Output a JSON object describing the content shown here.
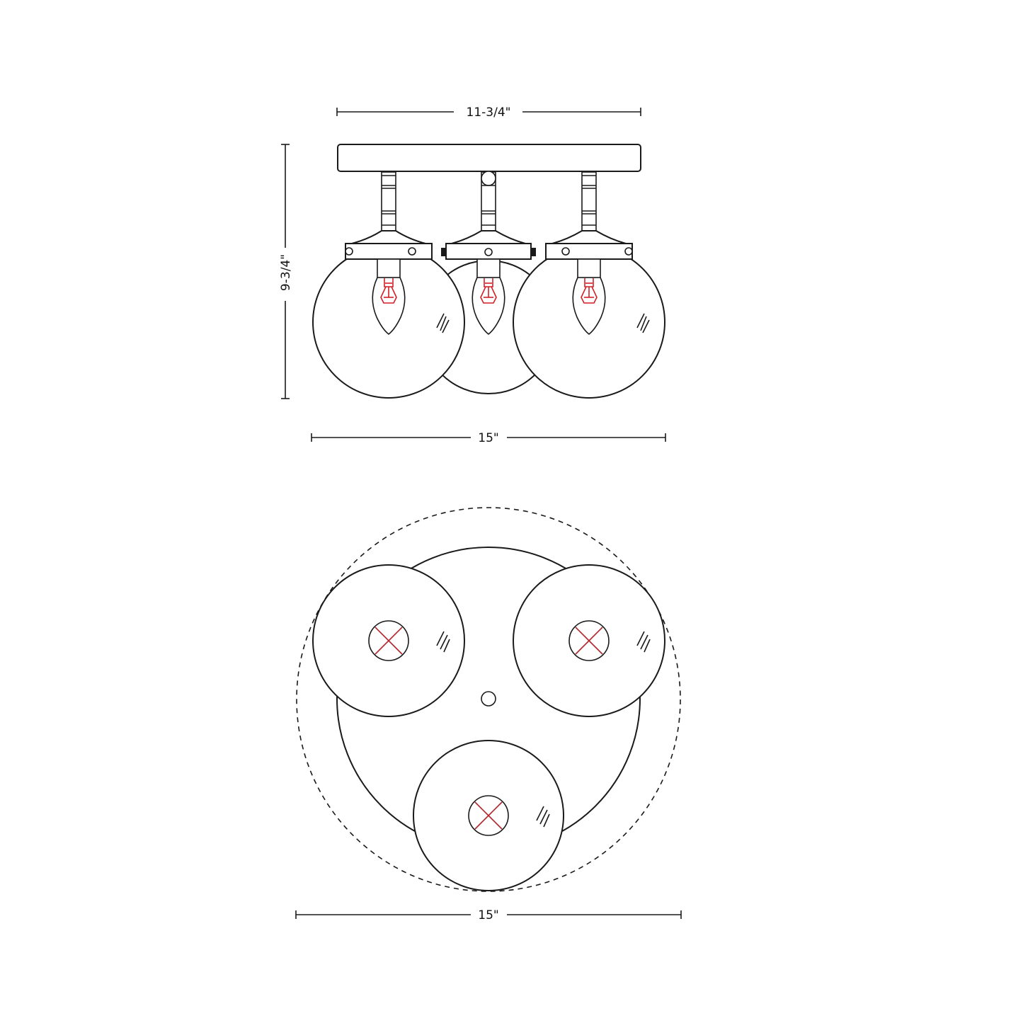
{
  "diagram": {
    "title": "Three-light globe semi-flush ceiling fixture dimension drawing",
    "views": [
      {
        "name": "side-elevation",
        "description": "Front view showing canopy, three stems, three globe shades with candelabra bulbs"
      },
      {
        "name": "bottom-plan",
        "description": "Bottom view showing round plate with three globes arranged in triangle, dashed overall diameter"
      }
    ],
    "dimensions": {
      "canopy_width": "11-3/4\"",
      "overall_height": "9-3/4\"",
      "side_overall_width": "15\"",
      "plan_overall_diameter": "15\""
    },
    "colors": {
      "line": "#1a1a1a",
      "bulb_filament": "#d41f26",
      "socket_cross": "#b3242a",
      "background": "#ffffff"
    },
    "components": {
      "globe_count": 3,
      "bulb_type": "candelabra",
      "center_hole": true
    }
  }
}
